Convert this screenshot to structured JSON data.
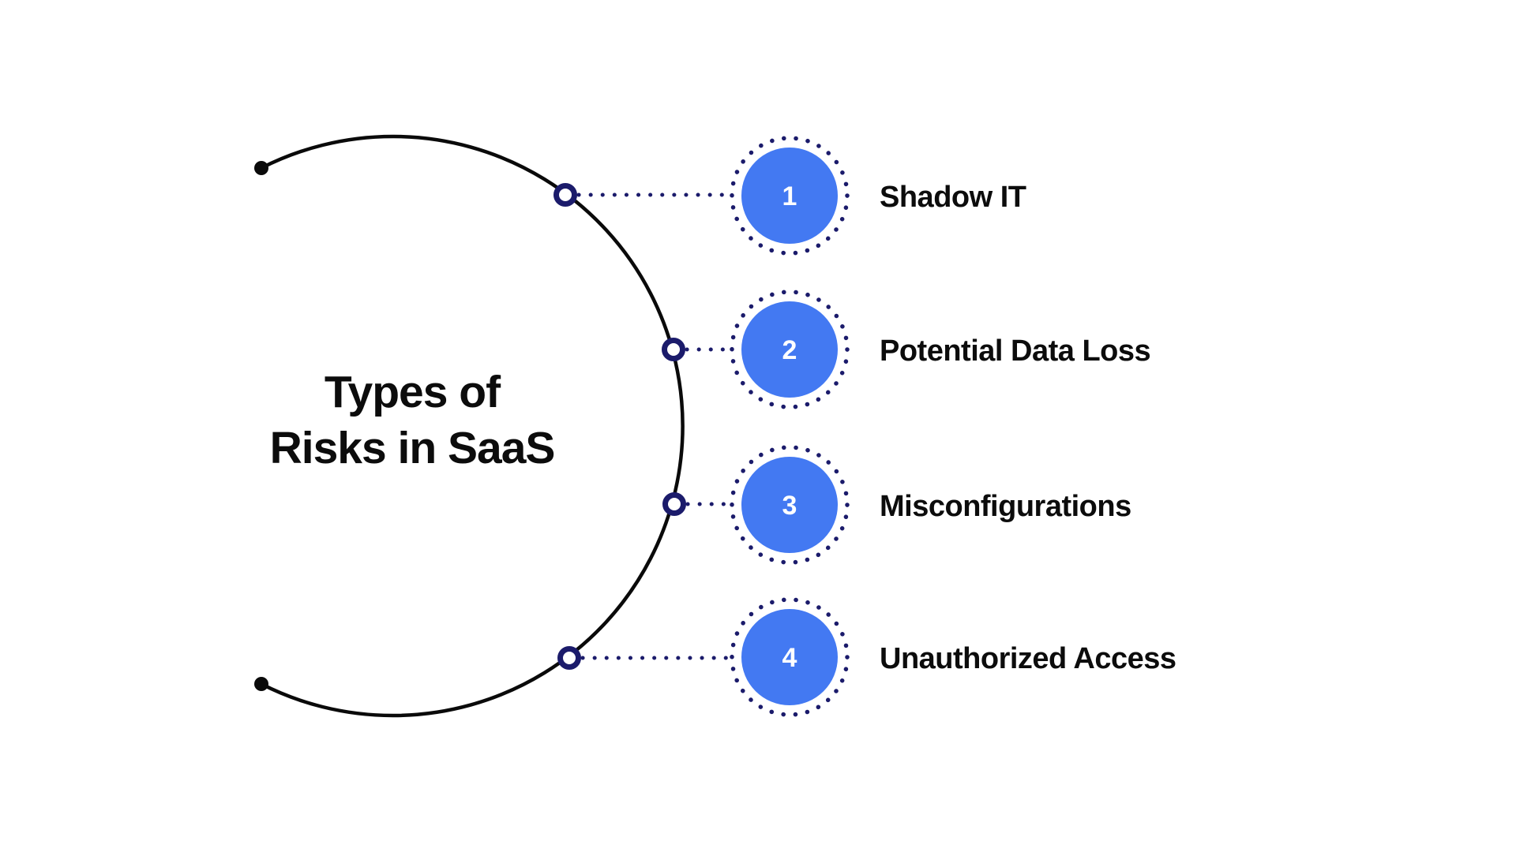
{
  "title": {
    "line1": "Types of",
    "line2": "Risks in SaaS"
  },
  "items": [
    {
      "number": "1",
      "label": "Shadow IT"
    },
    {
      "number": "2",
      "label": "Potential Data Loss"
    },
    {
      "number": "3",
      "label": "Misconfigurations"
    },
    {
      "number": "4",
      "label": "Unauthorized Access"
    }
  ],
  "colors": {
    "accent_blue": "#4379F2",
    "navy": "#1b1b6b",
    "ink": "#0c0c0c",
    "background": "#ffffff"
  }
}
